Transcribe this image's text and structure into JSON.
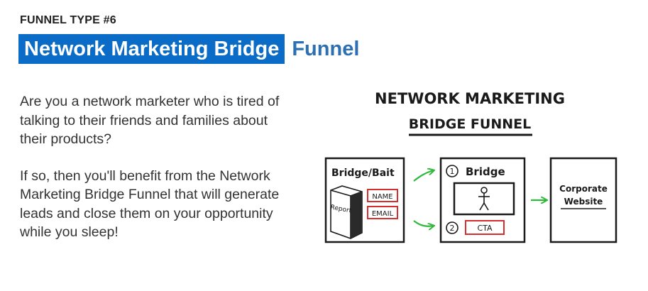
{
  "header": {
    "eyebrow": "FUNNEL TYPE #6",
    "title_highlight": "Network Marketing Bridge",
    "title_rest": "Funnel"
  },
  "body": {
    "paragraphs": [
      "Are you a network marketer who is tired of talking to their friends and families about their products?",
      "If so, then you'll benefit from the Network Marketing Bridge Funnel that will generate leads and close them on your opportunity while you sleep!"
    ]
  },
  "diagram": {
    "title_line1": "NETWORK MARKETING",
    "title_line2": "BRIDGE FUNNEL",
    "box1": {
      "label": "Bridge/Bait",
      "book_label": "Report",
      "field1": "NAME",
      "field2": "EMAIL"
    },
    "box2": {
      "step1_number": "1",
      "label": "Bridge",
      "step2_number": "2",
      "cta": "CTA"
    },
    "box3": {
      "line1": "Corporate",
      "line2": "Website"
    },
    "colors": {
      "arrow": "#2fb83a",
      "field_border": "#d62f2f",
      "ink": "#1a1a1a"
    }
  }
}
